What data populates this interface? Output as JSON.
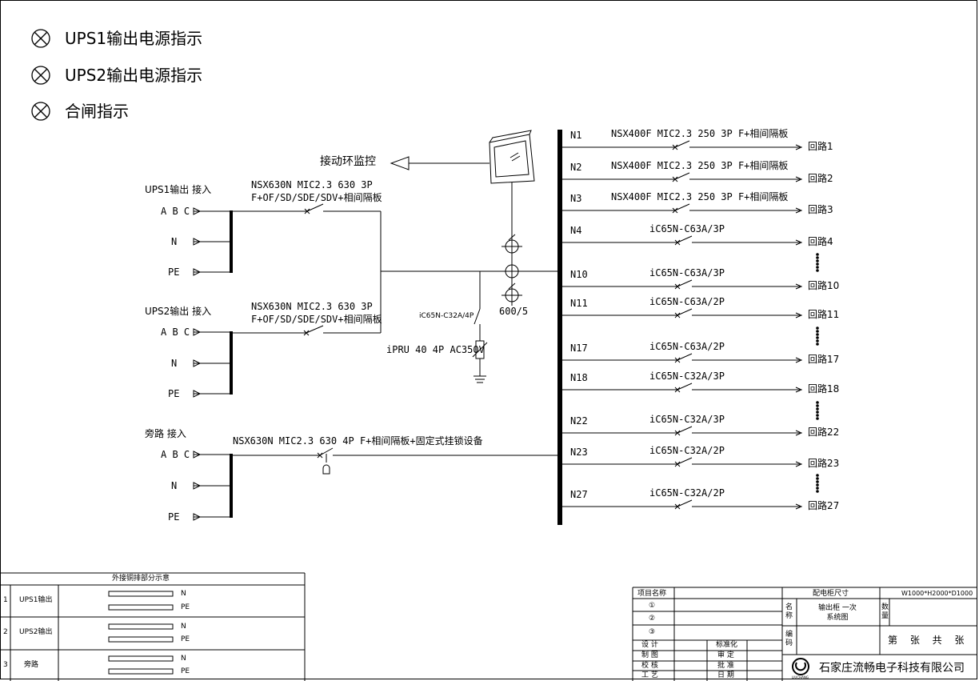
{
  "legend": [
    "UPS1输出电源指示",
    "UPS2输出电源指示",
    "合闸指示"
  ],
  "monitor_label": "接动环监控",
  "inputs": [
    {
      "title": "UPS1输出 接入",
      "abc": "A B C",
      "n": "N",
      "pe": "PE",
      "breaker1": "NSX630N MIC2.3 630 3P",
      "breaker2": "F+OF/SD/SDE/SDV+相间隔板"
    },
    {
      "title": "UPS2输出 接入",
      "abc": "A B C",
      "n": "N",
      "pe": "PE",
      "breaker1": "NSX630N MIC2.3 630 3P",
      "breaker2": "F+OF/SD/SDE/SDV+相间隔板"
    },
    {
      "title": "旁路 接入",
      "abc": "A B C",
      "n": "N",
      "pe": "PE",
      "breaker1": "NSX630N MIC2.3 630 4P F+相间隔板+固定式挂锁设备"
    }
  ],
  "spd": {
    "breaker": "iC65N-C32A/4P",
    "arrester": "iPRU 40 4P AC350V"
  },
  "ct_ratio": "600/5",
  "feeders": [
    {
      "n": "N1",
      "breaker": "NSX400F MIC2.3 250 3P F+相间隔板",
      "circuit": "回路1"
    },
    {
      "n": "N2",
      "breaker": "NSX400F MIC2.3 250 3P F+相间隔板",
      "circuit": "回路2"
    },
    {
      "n": "N3",
      "breaker": "NSX400F MIC2.3 250 3P F+相间隔板",
      "circuit": "回路3"
    },
    {
      "n": "N4",
      "breaker": "iC65N-C63A/3P",
      "circuit": "回路4"
    },
    {
      "n": "N10",
      "breaker": "iC65N-C63A/3P",
      "circuit": "回路10"
    },
    {
      "n": "N11",
      "breaker": "iC65N-C63A/2P",
      "circuit": "回路11"
    },
    {
      "n": "N17",
      "breaker": "iC65N-C63A/2P",
      "circuit": "回路17"
    },
    {
      "n": "N18",
      "breaker": "iC65N-C32A/3P",
      "circuit": "回路18"
    },
    {
      "n": "N22",
      "breaker": "iC65N-C32A/3P",
      "circuit": "回路22"
    },
    {
      "n": "N23",
      "breaker": "iC65N-C32A/2P",
      "circuit": "回路23"
    },
    {
      "n": "N27",
      "breaker": "iC65N-C32A/2P",
      "circuit": "回路27"
    }
  ],
  "busbar_table": {
    "title": "外接铜排部分示意",
    "rows": [
      {
        "idx": "1",
        "name": "UPS1输出",
        "bars": [
          "N",
          "PE"
        ]
      },
      {
        "idx": "2",
        "name": "UPS2输出",
        "bars": [
          "N",
          "PE"
        ]
      },
      {
        "idx": "3",
        "name": "旁路",
        "bars": [
          "N",
          "PE"
        ]
      }
    ]
  },
  "title_block": {
    "project": "项目名称",
    "items": [
      "①",
      "②",
      "③"
    ],
    "cabinet_size_label": "配电柜尺寸",
    "cabinet_size": "W1000*H2000*D1000",
    "name_label": "名 称",
    "name_value": "输出柜 一次系统图",
    "qty_label": "数 量",
    "code_label": "编 码",
    "sheet": "第 张 共 张",
    "roles_left": [
      "设 计",
      "制 图",
      "校 核",
      "工 艺"
    ],
    "roles_right": [
      "标准化",
      "审 定",
      "批 准",
      "日 期"
    ],
    "company": "石家庄流畅电子科技有限公司",
    "logo_text": "LIUCHANG"
  }
}
